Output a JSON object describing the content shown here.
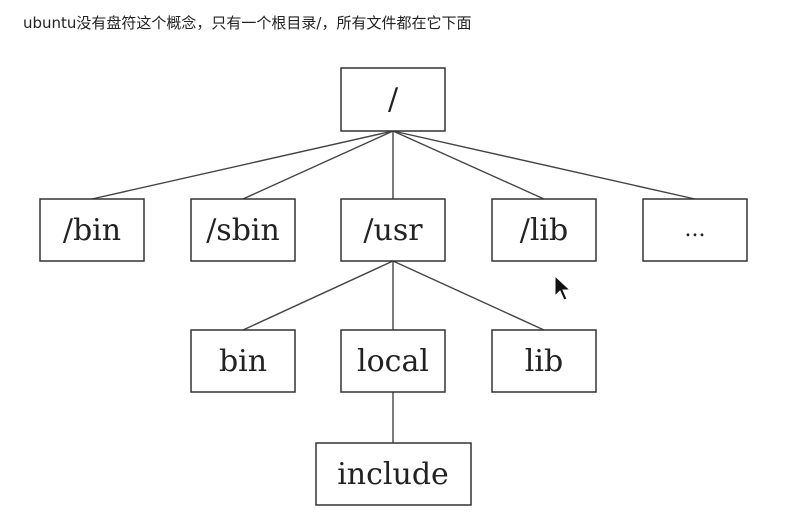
{
  "caption": "ubuntu没有盘符这个概念，只有一个根目录/，所有文件都在它下面",
  "tree": {
    "root": "/",
    "level1": [
      "/bin",
      "/sbin",
      "/usr",
      "/lib",
      "..."
    ],
    "usr_children": [
      "bin",
      "local",
      "lib"
    ],
    "local_children": [
      "include"
    ]
  },
  "colors": {
    "line": "#444444",
    "box_border": "#333333",
    "text": "#222222",
    "background": "#ffffff"
  },
  "icons": {
    "cursor": "mouse-pointer-icon"
  }
}
